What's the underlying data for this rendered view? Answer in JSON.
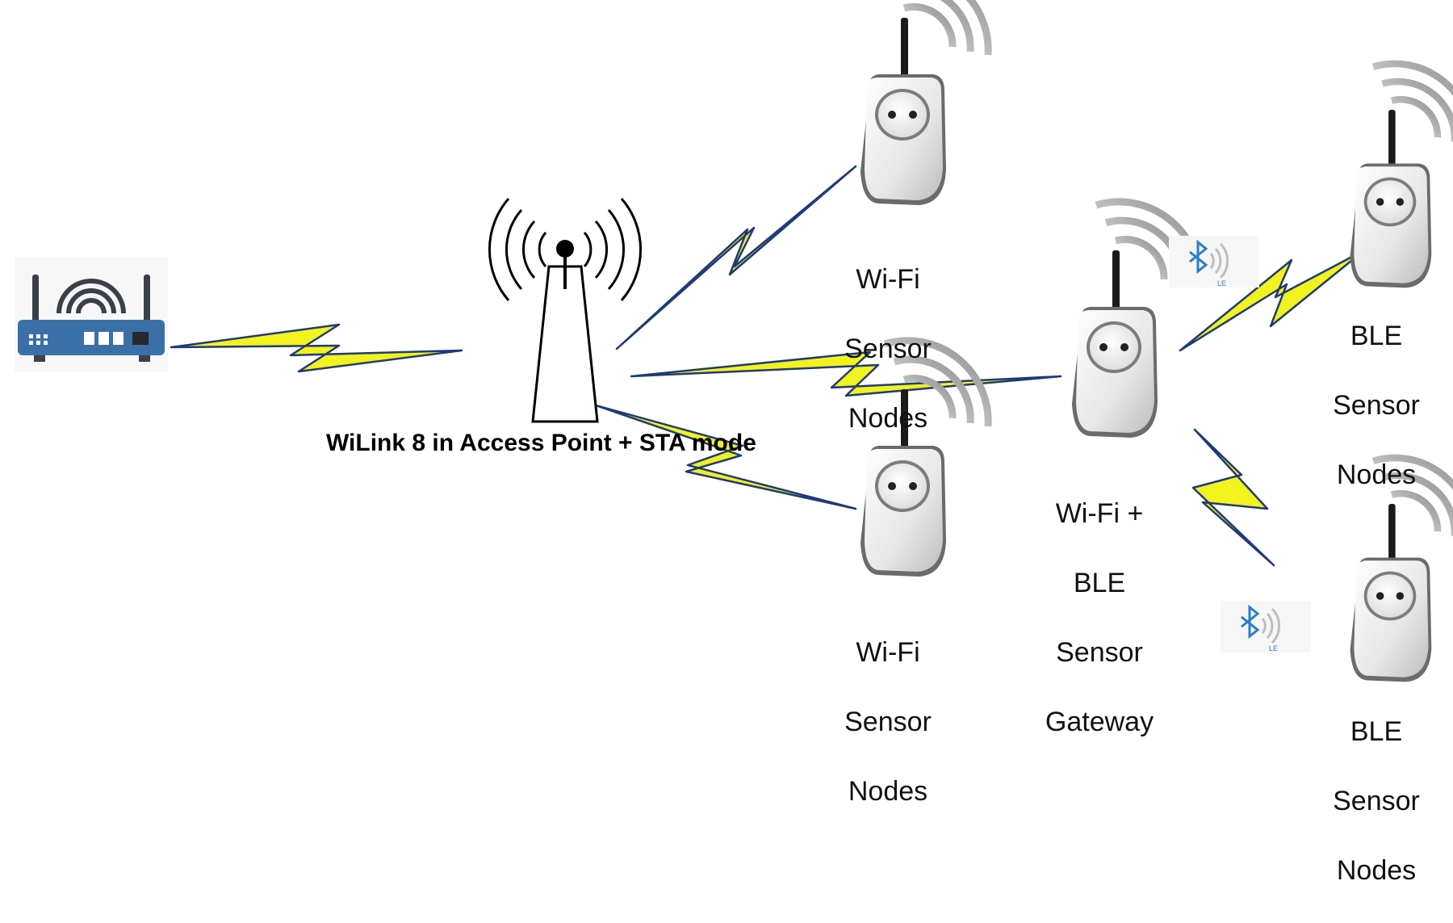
{
  "diagram": {
    "access_point_label": "WiLink 8 in Access Point + STA mode",
    "wifi_node_top": {
      "line1": "Wi-Fi",
      "line2": "Sensor",
      "line3": "Nodes"
    },
    "wifi_node_bottom": {
      "line1": "Wi-Fi",
      "line2": "Sensor",
      "line3": "Nodes"
    },
    "gateway": {
      "line1": "Wi-Fi +",
      "line2": "BLE",
      "line3": "Sensor",
      "line4": "Gateway"
    },
    "ble_node_top": {
      "line1": "BLE",
      "line2": "Sensor",
      "line3": "Nodes"
    },
    "ble_node_bottom": {
      "line1": "BLE",
      "line2": "Sensor",
      "line3": "Nodes"
    },
    "ble_badge_text": "LE",
    "icons": [
      "router-icon",
      "antenna-tower-icon",
      "smart-plug-icon",
      "bluetooth-le-icon",
      "lightning-link-icon"
    ],
    "colors": {
      "lightning_fill": "#f2f21e",
      "lightning_edge": "#1f3a78",
      "router_blue": "#3b6fa8",
      "bluetooth_blue": "#2a7ec6"
    }
  }
}
